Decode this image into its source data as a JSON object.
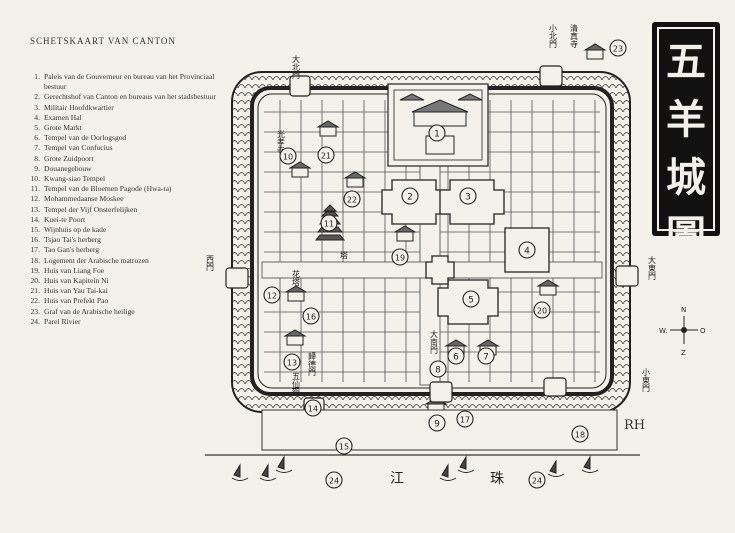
{
  "map_title": "SCHETSKAART VAN CANTON",
  "legend": [
    {
      "num": "1.",
      "text": "Paleis van de Gouverneur en bureau van het Provinciaal bestuur"
    },
    {
      "num": "2.",
      "text": "Gerechtshof van Canton en bureaus van het stadsbestuur"
    },
    {
      "num": "3.",
      "text": "Militair Hoofdkwartier"
    },
    {
      "num": "4.",
      "text": "Examen Hal"
    },
    {
      "num": "5.",
      "text": "Grote Markt"
    },
    {
      "num": "6.",
      "text": "Tempel van de Oorlogsgod"
    },
    {
      "num": "7.",
      "text": "Tempel van Confucius"
    },
    {
      "num": "8.",
      "text": "Grote Zuidpoort"
    },
    {
      "num": "9.",
      "text": "Douanegebouw"
    },
    {
      "num": "10.",
      "text": "Kwang-siao Tempel"
    },
    {
      "num": "11.",
      "text": "Tempel van de Bloemen Pagode (Hwa-ta)"
    },
    {
      "num": "12.",
      "text": "Mohammedaanse Moskee"
    },
    {
      "num": "13.",
      "text": "Tempel der Vijf Onsterfelijken"
    },
    {
      "num": "14.",
      "text": "Kuei-te Poort"
    },
    {
      "num": "15.",
      "text": "Wijnhuis op de kade"
    },
    {
      "num": "16.",
      "text": "Tsjao Tai's herberg"
    },
    {
      "num": "17.",
      "text": "Tao Gan's herberg"
    },
    {
      "num": "18.",
      "text": "Logement der Arabische matrozen"
    },
    {
      "num": "19.",
      "text": "Huis van Liang Foe"
    },
    {
      "num": "20.",
      "text": "Huis van Kapitein Ni"
    },
    {
      "num": "21.",
      "text": "Huis van Yau Tai-kai"
    },
    {
      "num": "22.",
      "text": "Huis van Prefekt Pao"
    },
    {
      "num": "23.",
      "text": "Graf van de Arabische heilige"
    },
    {
      "num": "24.",
      "text": "Parel Rivier"
    }
  ],
  "title_stamp": [
    "五",
    "羊",
    "城",
    "圖"
  ],
  "compass": {
    "n": "N",
    "s": "Z",
    "e": "O",
    "w": "W."
  },
  "gate_labels": {
    "north": "大北門",
    "small_north": "小北門",
    "mosque": "清真寺",
    "west": "西門",
    "east": "大東門",
    "small_east": "小東門",
    "south": "大南門",
    "guide": "歸德門",
    "temple10": "光孝寺",
    "flower": "花塔",
    "pagoda": "塔",
    "five": "五仙觀",
    "river_a": "江",
    "river_b": "珠"
  },
  "signature": "RH",
  "markers": [
    "1",
    "2",
    "3",
    "4",
    "5",
    "6",
    "7",
    "8",
    "9",
    "10",
    "11",
    "12",
    "13",
    "14",
    "15",
    "16",
    "17",
    "18",
    "19",
    "20",
    "21",
    "22",
    "23",
    "24",
    "24"
  ]
}
